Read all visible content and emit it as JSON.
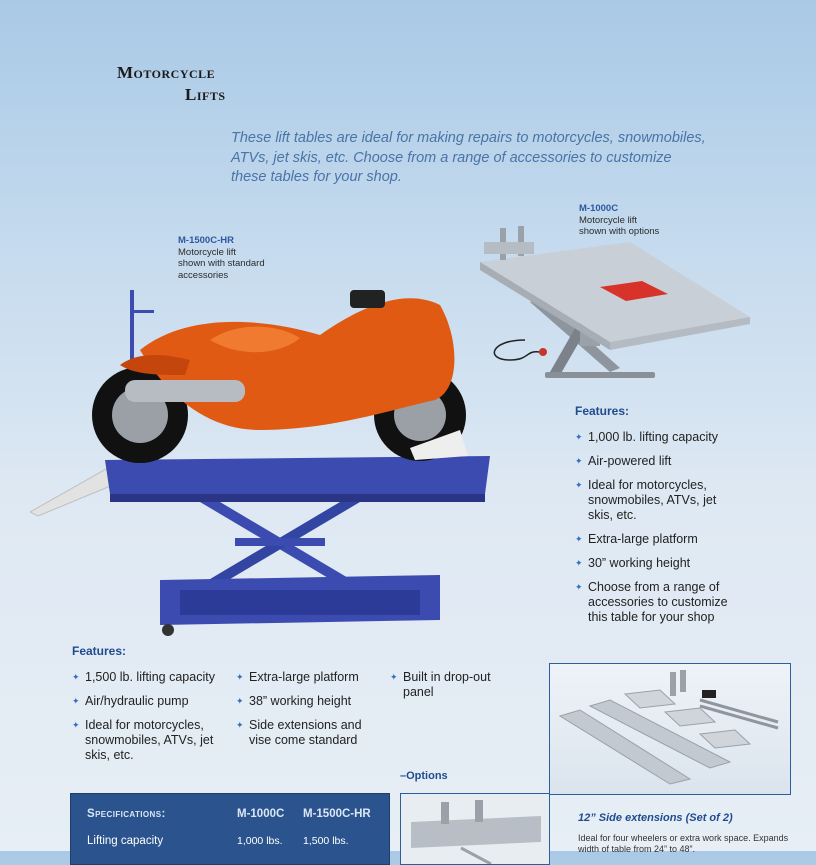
{
  "title": {
    "line1": "Motorcycle",
    "line2": "Lifts"
  },
  "intro": "These lift tables are ideal for making repairs to motorcycles, snowmobiles, ATVs, jet skis, etc. Choose from a range of accessories to customize these tables for your shop.",
  "captions": {
    "left": {
      "model": "M-1500C-HR",
      "l1": "Motorcycle lift",
      "l2": "shown with standard",
      "l3": "accessories"
    },
    "right": {
      "model": "M-1000C",
      "l1": "Motorcycle lift",
      "l2": "shown with options"
    }
  },
  "features_right": {
    "heading": "Features:",
    "items": [
      "1,000 lb. lifting capacity",
      "Air-powered lift",
      "Ideal for motorcycles, snowmobiles, ATVs, jet skis, etc.",
      "Extra-large platform",
      "30” working height",
      "Choose from a range of accessories to customize this table for your shop"
    ]
  },
  "features_left": {
    "heading": "Features:",
    "col1": [
      "1,500 lb. lifting capacity",
      "Air/hydraulic pump",
      "Ideal for motorcycles, snowmobiles, ATVs, jet skis, etc."
    ],
    "col2": [
      "Extra-large platform",
      "38” working height",
      "Side extensions and vise come standard"
    ],
    "col3": [
      "Built in drop-out panel"
    ]
  },
  "options_label": "–Options",
  "specs": {
    "heading": "Specifications:",
    "col1": "M-1000C",
    "col2": "M-1500C-HR",
    "row1": {
      "label": "Lifting capacity",
      "v1": "1,000 lbs.",
      "v2": "1,500 lbs."
    }
  },
  "accessory": {
    "title": "12” Side extensions (Set of 2)",
    "desc": "Ideal for four wheelers or extra work space. Expands width of table from 24” to 48”."
  },
  "colors": {
    "accent": "#2b548e",
    "bike": "#e05a14",
    "lift": "#3b4bb0"
  }
}
